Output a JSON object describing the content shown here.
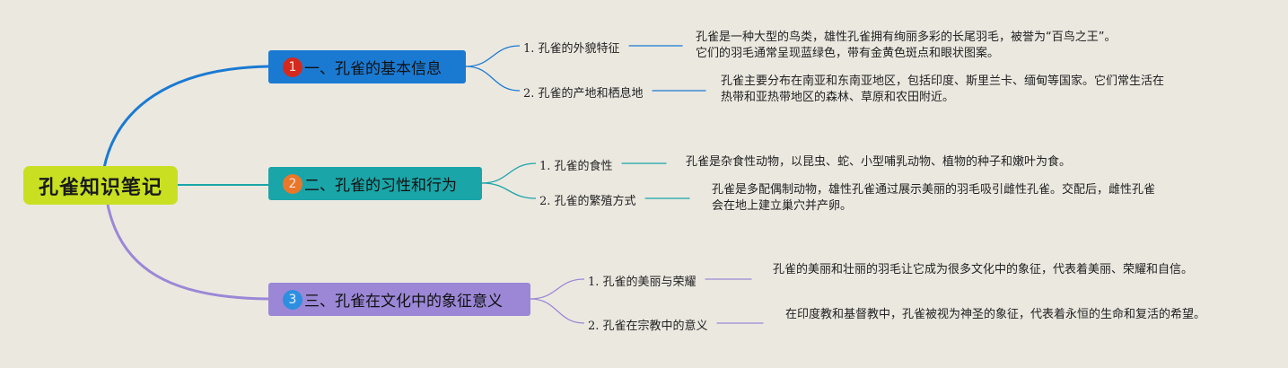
{
  "root": {
    "title": "孔雀知识笔记",
    "color": "#c8e021"
  },
  "topics": [
    {
      "number": "1",
      "title": "一、孔雀的基本信息",
      "color": "#1a7ad2",
      "badge_color": "#d42a1e",
      "subtopics": [
        {
          "label": "1. 孔雀的外貌特征",
          "description": "孔雀是一种大型的鸟类，雄性孔雀拥有绚丽多彩的长尾羽毛，被誉为“百鸟之王”。它们的羽毛通常呈现蓝绿色，带有金黄色斑点和眼状图案。"
        },
        {
          "label": "2. 孔雀的产地和栖息地",
          "description": "孔雀主要分布在南亚和东南亚地区，包括印度、斯里兰卡、缅甸等国家。它们常生活在热带和亚热带地区的森林、草原和农田附近。"
        }
      ]
    },
    {
      "number": "2",
      "title": "二、孔雀的习性和行为",
      "color": "#1aa5a8",
      "badge_color": "#e9772a",
      "subtopics": [
        {
          "label": "1. 孔雀的食性",
          "description": "孔雀是杂食性动物，以昆虫、蛇、小型哺乳动物、植物的种子和嫩叶为食。"
        },
        {
          "label": "2. 孔雀的繁殖方式",
          "description": "孔雀是多配偶制动物，雄性孔雀通过展示美丽的羽毛吸引雌性孔雀。交配后，雌性孔雀会在地上建立巢穴并产卵。"
        }
      ]
    },
    {
      "number": "3",
      "title": "三、孔雀在文化中的象征意义",
      "color": "#9b87d6",
      "badge_color": "#2d8fe0",
      "subtopics": [
        {
          "label": "1. 孔雀的美丽与荣耀",
          "description": "孔雀的美丽和壮丽的羽毛让它成为很多文化中的象征，代表着美丽、荣耀和自信。"
        },
        {
          "label": "2. 孔雀在宗教中的意义",
          "description": "在印度教和基督教中，孔雀被视为神圣的象征，代表着永恒的生命和复活的希望。"
        }
      ]
    }
  ]
}
